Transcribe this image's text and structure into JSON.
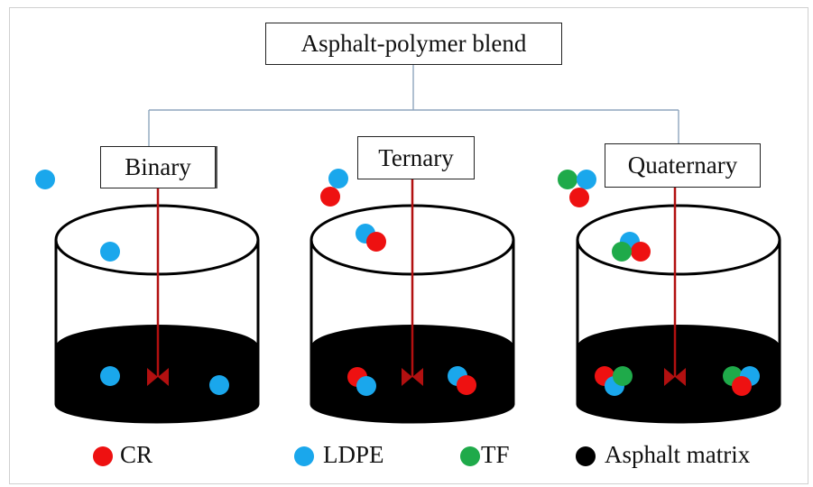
{
  "title": "Asphalt-polymer blend",
  "categories": [
    {
      "label": "Binary"
    },
    {
      "label": "Ternary"
    },
    {
      "label": "Quaternary"
    }
  ],
  "legend": [
    {
      "label": "CR",
      "color": "#ee1111"
    },
    {
      "label": "LDPE",
      "color": "#1aa7ec"
    },
    {
      "label": "TF",
      "color": "#1faa4a"
    },
    {
      "label": "Asphalt matrix",
      "color": "#000000"
    }
  ],
  "colors": {
    "connector": "#8fa6bd",
    "stirrer": "#b21010",
    "matrix": "#000000"
  }
}
